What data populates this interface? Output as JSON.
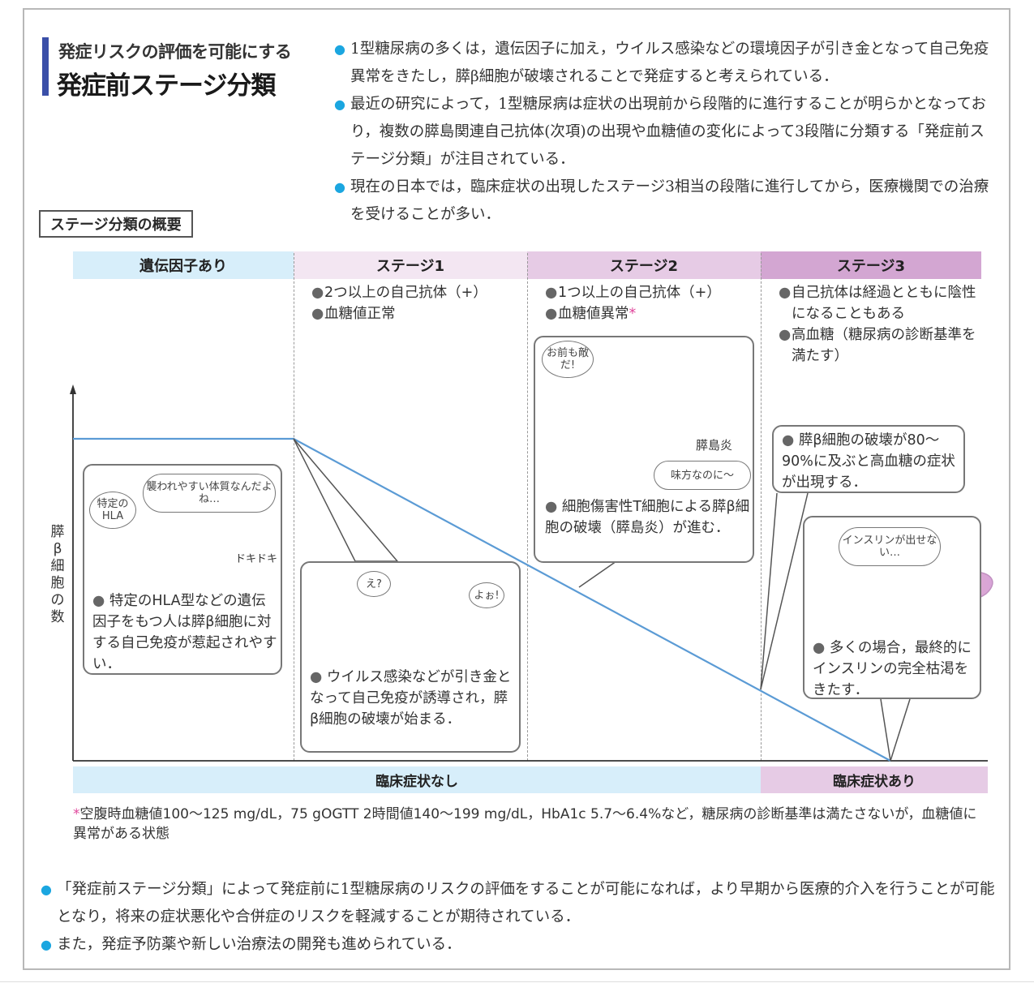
{
  "header": {
    "subtitle": "発症リスクの評価を可能にする",
    "title": "発症前ステージ分類"
  },
  "intro": [
    "1型糖尿病の多くは，遺伝因子に加え，ウイルス感染などの環境因子が引き金となって自己免疫異常をきたし，膵β細胞が破壊されることで発症すると考えられている．",
    "最近の研究によって，1型糖尿病は症状の出現前から段階的に進行することが明らかとなっており，複数の膵島関連自己抗体(次項)の出現や血糖値の変化によって3段階に分類する「発症前ステージ分類」が注目されている．",
    "現在の日本では，臨床症状の出現したステージ3相当の段階に進行してから，医療機関での治療を受けることが多い．"
  ],
  "overview_label": "ステージ分類の概要",
  "stages": {
    "genetic": "遺伝因子あり",
    "s1": "ステージ1",
    "s2": "ステージ2",
    "s3": "ステージ3"
  },
  "stage_desc": {
    "s1": [
      "2つ以上の自己抗体（+）",
      "血糖値正常"
    ],
    "s2": [
      "1つ以上の自己抗体（+）",
      "血糖値異常"
    ],
    "s2_star": "*",
    "s3": [
      "自己抗体は経過とともに陰性になることもある",
      "高血糖（糖尿病の診断基準を満たす）"
    ]
  },
  "y_axis_label": "膵β細胞の数",
  "boxes": {
    "genetic": "特定のHLA型などの遺伝因子をもつ人は膵β細胞に対する自己免疫が惹起されやすい．",
    "s1": "ウイルス感染などが引き金となって自己免疫が誘導され，膵β細胞の破壊が始まる．",
    "s2": "細胞傷害性T細胞による膵β細胞の破壊（膵島炎）が進む．",
    "s3_destruction": "膵β細胞の破壊が80〜90%に及ぶと高血糖の症状が出現する．",
    "s3_final": "多くの場合，最終的にインスリンの完全枯渇をきたす．"
  },
  "speech": {
    "hla": "特定のHLA",
    "vulnerable": "襲われやすい体質なんだよね…",
    "dokidoki": "ドキドキ",
    "eh": "え?",
    "yoo": "よぉ!",
    "enemy": "お前も敵だ!",
    "isletitis": "膵島炎",
    "ally": "味方なのに〜",
    "insulin": "インスリンが出せない…"
  },
  "bands": {
    "no_symptoms": "臨床症状なし",
    "symptoms": "臨床症状あり"
  },
  "footnote": {
    "star": "*",
    "text": "空腹時血糖値100〜125 mg/dL，75 gOGTT 2時間値140〜199 mg/dL，HbA1c 5.7〜6.4%など，糖尿病の診断基準は満たさないが，血糖値に異常がある状態"
  },
  "outro": [
    "「発症前ステージ分類」によって発症前に1型糖尿病のリスクの評価をすることが可能になれば，より早期から医療的介入を行うことが可能となり，将来の症状悪化や合併症のリスクを軽減することが期待されている．",
    "また，発症予防薬や新しい治療法の開発も進められている．"
  ],
  "colors": {
    "accent_blue": "#1ba6e0",
    "title_bar": "#3a4fa8",
    "genetic_bg": "#d7eefa",
    "stage1_bg": "#f3e6f2",
    "stage2_bg": "#e6cbe5",
    "stage3_bg": "#d3a6d2",
    "line": "#5b9bd5",
    "star": "#e0479c"
  }
}
